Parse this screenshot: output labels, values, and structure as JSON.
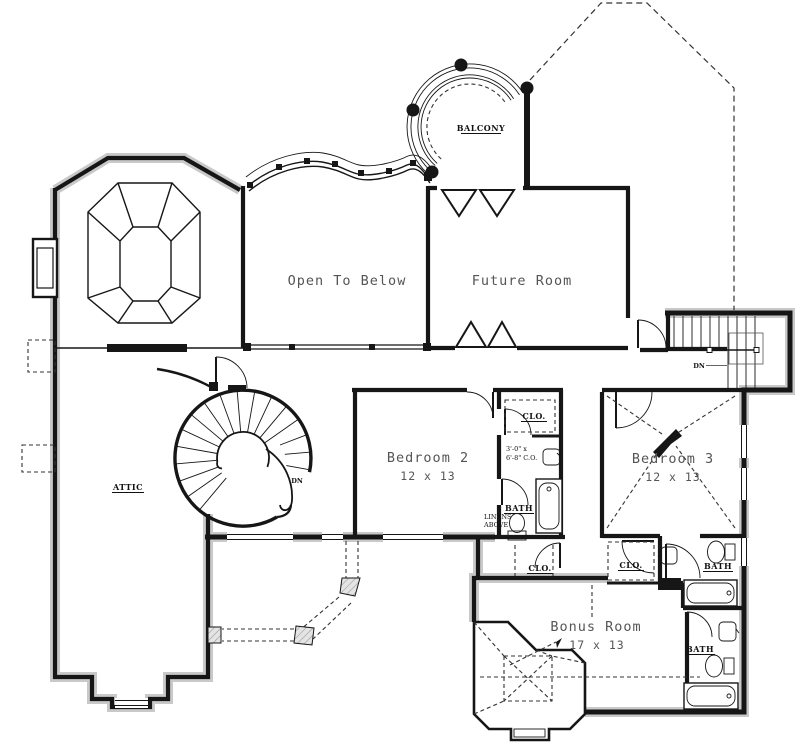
{
  "drawing": {
    "rooms": {
      "open_to_below": "Open To Below",
      "future_room": "Future Room",
      "attic": "ATTIC",
      "balcony": "BALCONY",
      "bedroom2": {
        "name": "Bedroom 2",
        "size": "12 x 13"
      },
      "bedroom3": {
        "name": "Bedroom 3",
        "size": "12 x 13"
      },
      "bonus": {
        "name": "Bonus Room",
        "size": "17 x 13"
      }
    },
    "fixtures": {
      "bath_center": "BATH",
      "bath_right_upper": "BATH",
      "bath_right_lower": "BATH",
      "closet_bath": "CLO.",
      "closet_hall": "CLO.",
      "closet_bed3": "CLO."
    },
    "stairs": {
      "dn_spiral": "DN",
      "dn_main": "DN"
    },
    "notes": {
      "linens_1": "LINENS",
      "linens_2": "ABOVE",
      "opening_1": "3'-0\" x",
      "opening_2": "6'-8\" C.O."
    }
  }
}
